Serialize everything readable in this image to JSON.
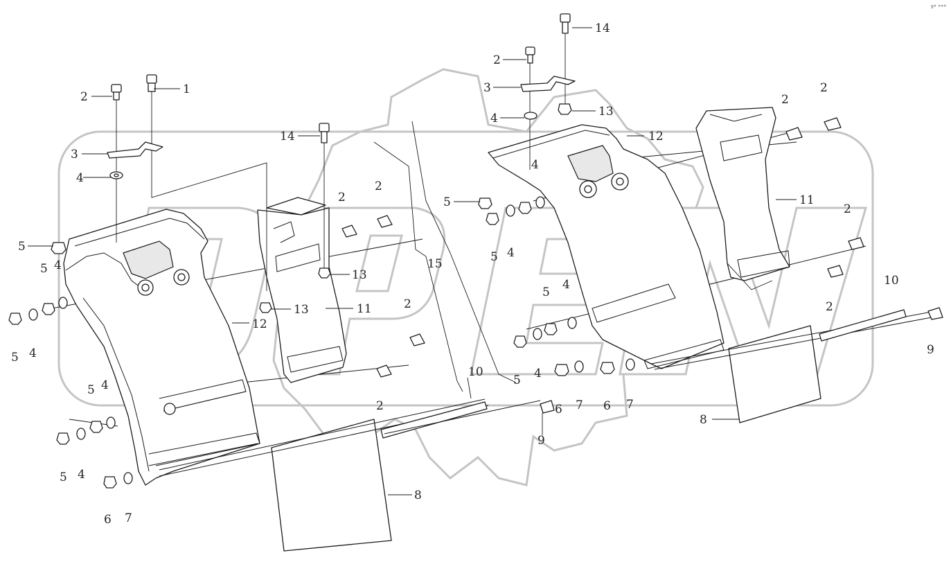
{
  "corner_mark": "º° °°°",
  "callouts": {
    "l1": "1",
    "l2": "2",
    "l3": "3",
    "l4": "4",
    "l5": "5",
    "l6": "6",
    "l7": "7",
    "l8": "8",
    "l9": "9",
    "l10": "10",
    "l11": "11",
    "l12": "12",
    "l13": "13",
    "l14": "14",
    "l15": "15"
  },
  "colors": {
    "line": "#1a1a1a",
    "watermark": "#c4c4c4",
    "background": "#ffffff"
  },
  "icons": {
    "bolt": "hex-bolt-icon",
    "nut": "hex-nut-icon",
    "washer": "washer-icon"
  }
}
